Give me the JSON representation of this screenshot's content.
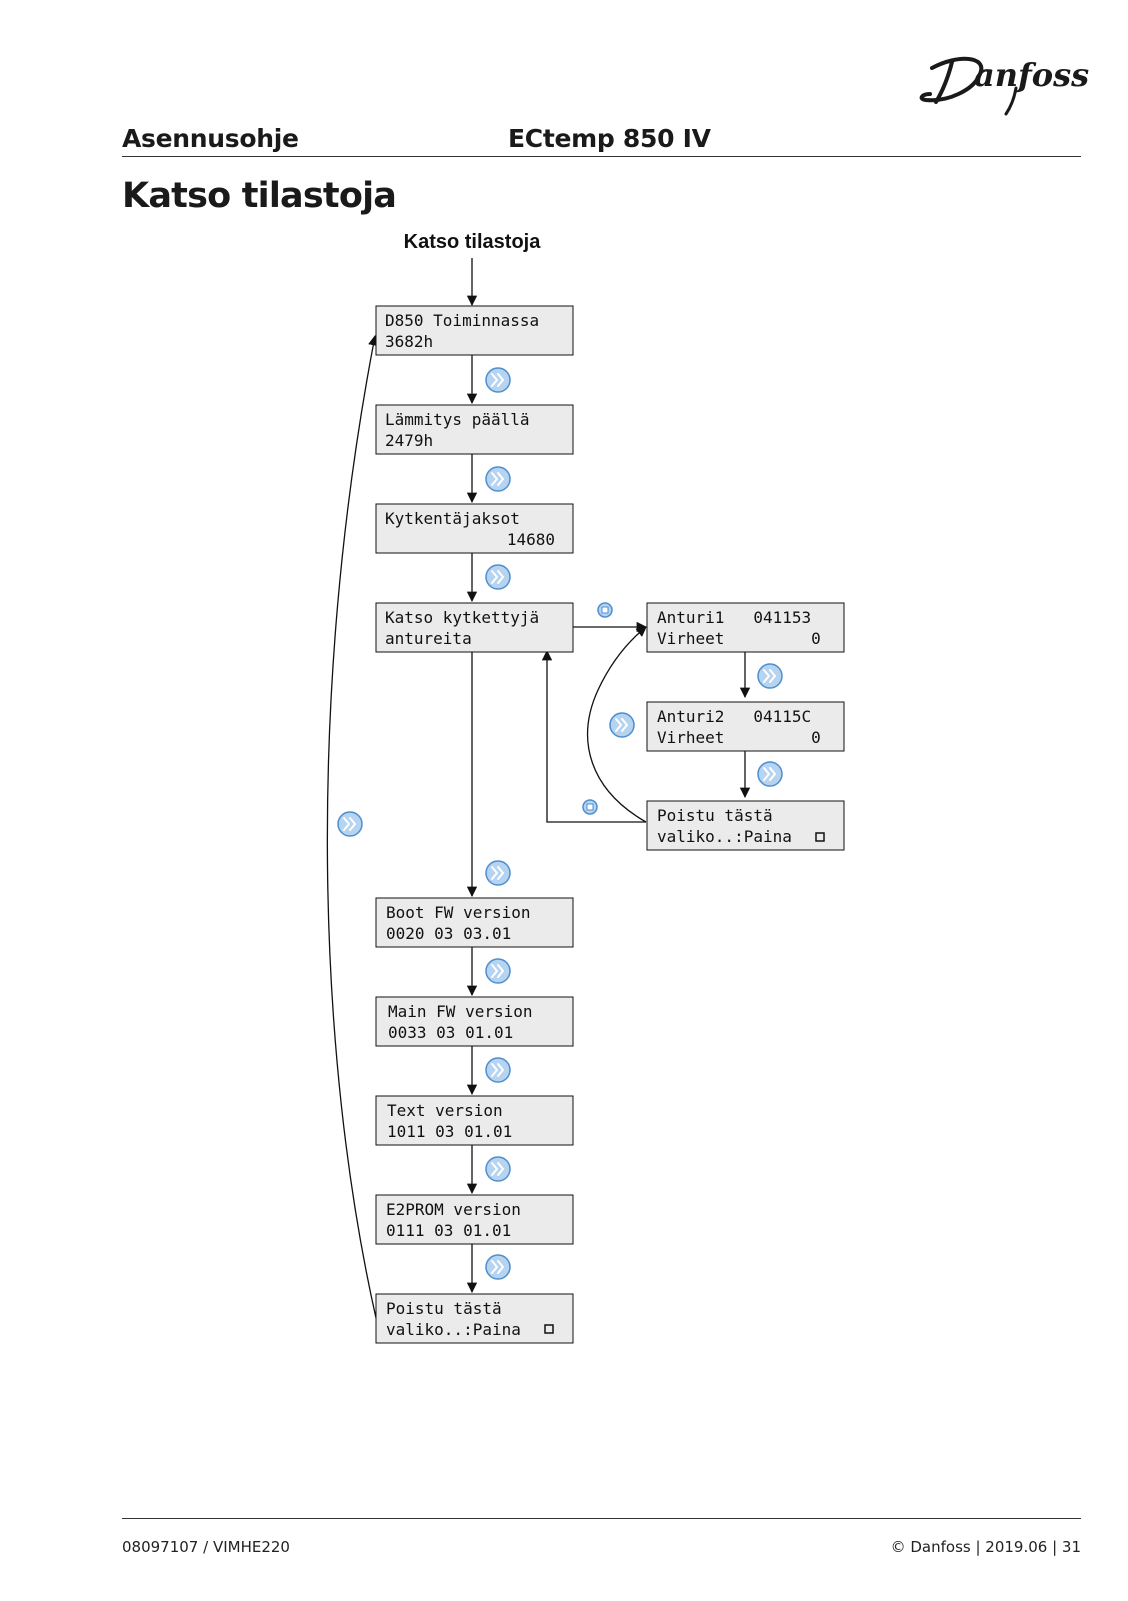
{
  "header": {
    "left": "Asennusohje",
    "center": "ECtemp 850 IV",
    "brand": "Danfoss"
  },
  "page_title": "Katso tilastoja",
  "diagram": {
    "start_label": "Katso tilastoja",
    "main_flow": [
      {
        "line1": "D850 Toiminnassa",
        "line2": "3682h"
      },
      {
        "line1": "Lämmitys päällä",
        "line2": "2479h"
      },
      {
        "line1": "Kytkentäjaksot",
        "line2": "14680"
      },
      {
        "line1": "Katso kytkettyjä",
        "line2": "antureita"
      },
      {
        "line1": "Boot FW version",
        "line2": "0020 03 03.01"
      },
      {
        "line1": "Main FW version",
        "line2": "0033 03 01.01"
      },
      {
        "line1": "Text version",
        "line2": "1011 03 01.01"
      },
      {
        "line1": "E2PROM version",
        "line2": "0111 03 01.01"
      },
      {
        "line1": "Poistu tästä",
        "line2": "valiko..:Paina"
      }
    ],
    "sensor_flow": [
      {
        "line1": "Anturi1   041153",
        "line2": "Virheet         0"
      },
      {
        "line1": "Anturi2   04115C",
        "line2": "Virheet         0"
      },
      {
        "line1": "Poistu tästä",
        "line2": "valiko..:Paina"
      }
    ]
  },
  "footer": {
    "left": "08097107 / VIMHE220",
    "right": "© Danfoss |  2019.06 | 31"
  },
  "colors": {
    "box_fill": "#ebebeb",
    "button_fill": "#b6d4ef",
    "button_stroke": "#4d8fd0"
  },
  "icons": {
    "next": "double-chevron-right-icon",
    "ok": "square-button-icon"
  }
}
